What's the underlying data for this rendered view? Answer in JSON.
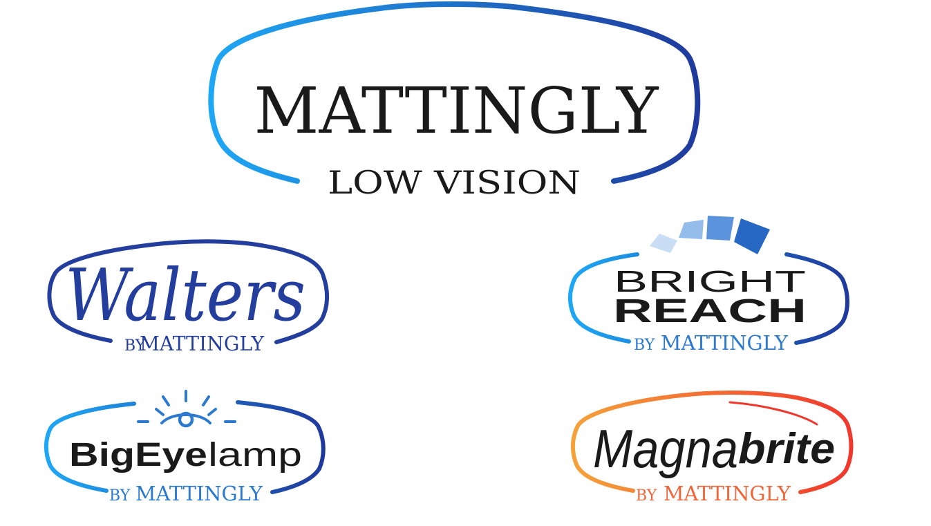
{
  "colors": {
    "blue_light": "#1ea7f5",
    "blue_dark": "#1f3a9c",
    "ink": "#1a1a1a",
    "walters_blue": "#243e9e",
    "mattingly_blue": "#2b7ad0",
    "orange": "#f5a23a",
    "red": "#f0372c",
    "orange_text": "#f0663a"
  },
  "main": {
    "title": "MATTINGLY",
    "subtitle": "LOW VISION"
  },
  "walters": {
    "name": "Walters",
    "by": "BY",
    "brand": "MATTINGLY"
  },
  "bright_reach": {
    "line1": "BRIGHT",
    "line2": "REACH",
    "by": "BY",
    "brand": "MATTINGLY"
  },
  "bigeyelamp": {
    "part1": "BigEye",
    "part2": "lamp",
    "by": "BY",
    "brand": "MATTINGLY"
  },
  "magnabrite": {
    "part1": "Magna",
    "part2": "brite",
    "by": "BY",
    "brand": "MATTINGLY"
  }
}
